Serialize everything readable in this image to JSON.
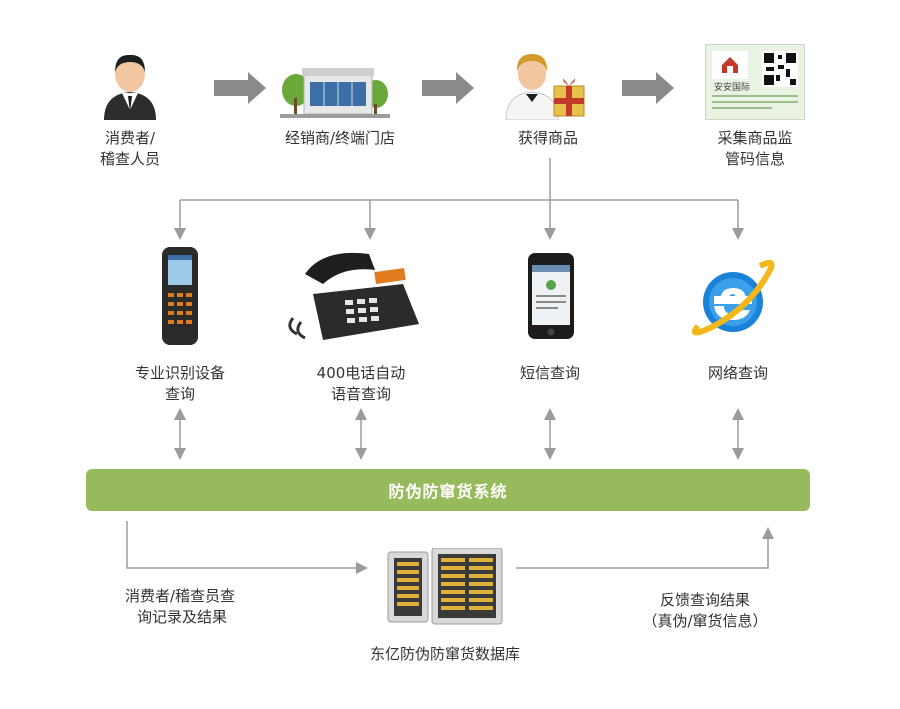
{
  "top_row": [
    {
      "lines": [
        "消费者/",
        "稽查人员"
      ],
      "icon": "consumer-person-icon"
    },
    {
      "lines": [
        "经销商/终端门店"
      ],
      "icon": "store-building-icon"
    },
    {
      "lines": [
        "获得商品"
      ],
      "icon": "person-with-gift-icon"
    },
    {
      "lines": [
        "采集商品监",
        "管码信息"
      ],
      "icon": "qr-label-icon"
    }
  ],
  "qr_label": {
    "brand": "安安国际"
  },
  "query_methods": [
    {
      "lines": [
        "专业识别设备",
        "查询"
      ],
      "icon": "handheld-scanner-icon"
    },
    {
      "lines": [
        "400电话自动",
        "语音查询"
      ],
      "icon": "telephone-icon"
    },
    {
      "lines": [
        "短信查询"
      ],
      "icon": "smartphone-icon"
    },
    {
      "lines": [
        "网络查询"
      ],
      "icon": "internet-explorer-icon"
    }
  ],
  "system_bar": {
    "label": "防伪防窜货系统"
  },
  "bottom": {
    "left_note": [
      "消费者/稽查员查",
      "询记录及结果"
    ],
    "right_note": [
      "反馈查询结果",
      "（真伪/窜货信息）"
    ],
    "database_label": "东亿防伪防窜货数据库",
    "database_icon": "server-database-icon"
  },
  "colors": {
    "arrow_gray": "#8a8a8a",
    "line_gray": "#9b9b9b",
    "bar_green": "#97ba5c",
    "bar_text": "#ffffff"
  }
}
